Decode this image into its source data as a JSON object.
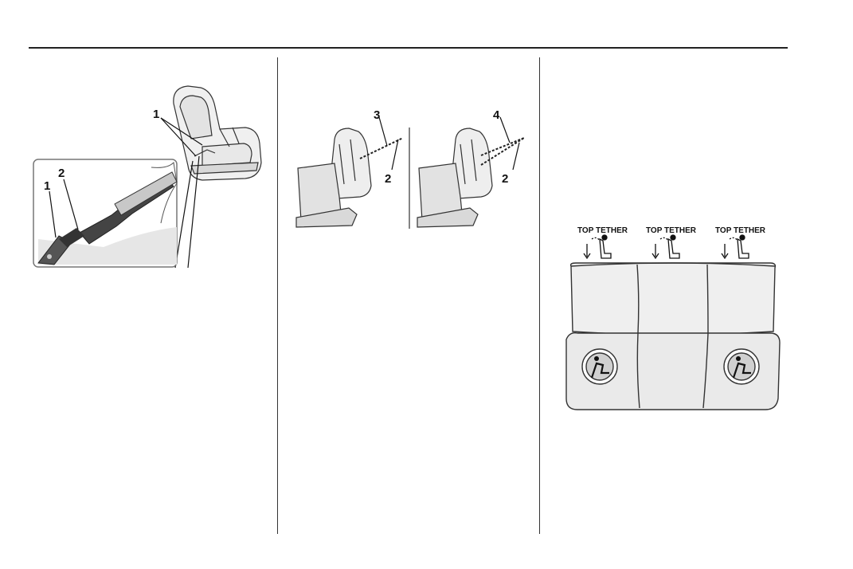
{
  "figure_left": {
    "callouts": [
      "1",
      "2",
      "1"
    ]
  },
  "figure_middle": {
    "callouts": [
      "3",
      "2",
      "4",
      "2"
    ]
  },
  "figure_right": {
    "tether_labels": [
      "TOP TETHER",
      "TOP TETHER",
      "TOP TETHER"
    ]
  }
}
